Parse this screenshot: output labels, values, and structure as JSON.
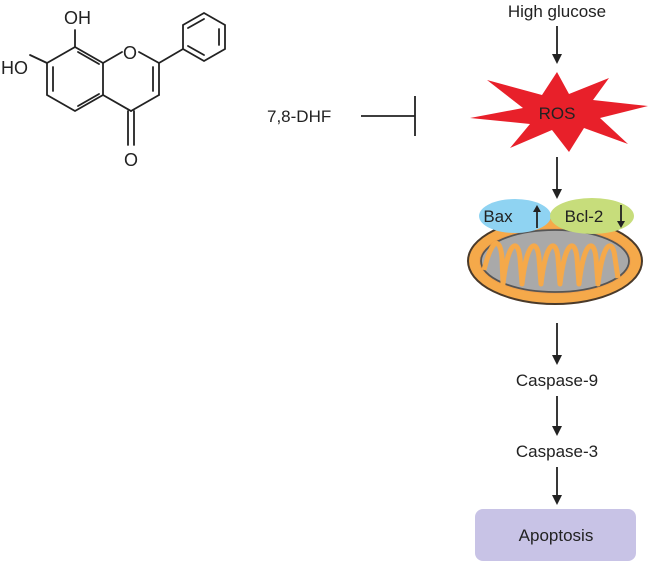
{
  "molecule": {
    "atoms": {
      "oh_top": "OH",
      "ho_left": "HO",
      "ring_o": "O",
      "carbonyl_o": "O"
    }
  },
  "inhibitor": {
    "label": "7,8-DHF"
  },
  "pathway": {
    "stimulus": "High glucose",
    "ros": "ROS",
    "bax": {
      "label": "Bax",
      "direction": "up"
    },
    "bcl2": {
      "label": "Bcl-2",
      "direction": "down"
    },
    "caspase9": "Caspase-9",
    "caspase3": "Caspase-3",
    "outcome": "Apoptosis"
  },
  "colors": {
    "ros_burst": "#e8202a",
    "bax_bubble": "#8fd3f2",
    "bcl2_bubble": "#c7dd7b",
    "mito_outer": "#f5a94a",
    "mito_inner": "#a9a9a9",
    "apoptosis_box": "#c8c3e6"
  }
}
